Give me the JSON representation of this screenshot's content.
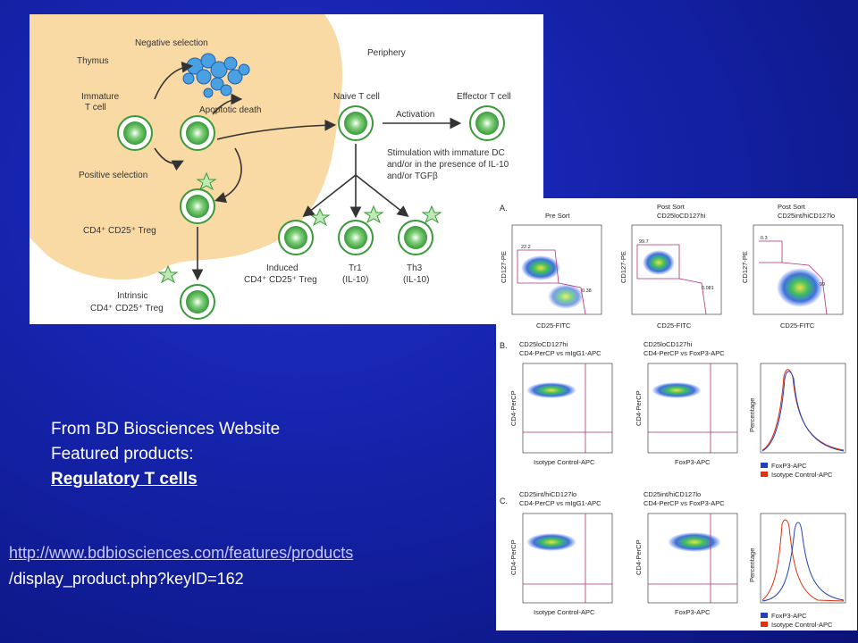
{
  "diagram": {
    "thymus": "Thymus",
    "periphery": "Periphery",
    "negative_selection": "Negative selection",
    "apoptotic_death": "Apoptotic death",
    "immature_t_cell_1": "Immature",
    "immature_t_cell_2": "T cell",
    "positive_selection": "Positive selection",
    "treg": "CD4⁺ CD25⁺ Treg",
    "naive_t_cell": "Naive T cell",
    "activation": "Activation",
    "effector_t_cell": "Effector T cell",
    "stimulation_1": "Stimulation with immature DC",
    "stimulation_2": "and/or in the presence of IL-10",
    "stimulation_3": "and/or TGFβ",
    "induced_1": "Induced",
    "induced_2": "CD4⁺ CD25⁺ Treg",
    "tr1_1": "Tr1",
    "tr1_2": "(IL-10)",
    "th3_1": "Th3",
    "th3_2": "(IL-10)",
    "intrinsic_1": "Intrinsic",
    "intrinsic_2": "CD4⁺ CD25⁺ Treg"
  },
  "flow": {
    "section_a": "A.",
    "section_b": "B.",
    "section_c": "C.",
    "a_titles": [
      [
        "Pre Sort",
        ""
      ],
      [
        "Post Sort",
        "CD25loCD127hi"
      ],
      [
        "Post Sort",
        "CD25int/hiCD127lo"
      ]
    ],
    "a_ylabel": "CD127-PE",
    "a_xlabel": "CD25-FITC",
    "a_gate_values": [
      [
        "22.2",
        "0.38"
      ],
      [
        "99.7",
        "0.081"
      ],
      [
        "0.3",
        "99"
      ]
    ],
    "b_titles": [
      [
        "CD25loCD127hi",
        "CD4-PerCP vs mIgG1-APC"
      ],
      [
        "CD25loCD127hi",
        "CD4-PerCP vs FoxP3-APC"
      ]
    ],
    "c_titles": [
      [
        "CD25int/hiCD127lo",
        "CD4-PerCP vs mIgG1-APC"
      ],
      [
        "CD25int/hiCD127lo",
        "CD4-PerCP vs FoxP3-APC"
      ]
    ],
    "bc_ylabel": "CD4-PerCP",
    "bc_xlabels": [
      "Isotype Control-APC",
      "FoxP3-APC"
    ],
    "hist_ylabel": "Percentage",
    "legend": [
      "FoxP3-APC",
      "Isotype Control-APC"
    ],
    "colors": {
      "foxp3": "#2040c0",
      "isotype": "#e03010",
      "gate": "#b03070"
    }
  },
  "caption": {
    "line1": "From BD Biosciences Website",
    "line2": "Featured products:",
    "line3": "Regulatory T cells"
  },
  "url": {
    "line1": "http://www.bdbiosciences.com/features/products",
    "line2": "/display_product.php?keyID=162"
  }
}
